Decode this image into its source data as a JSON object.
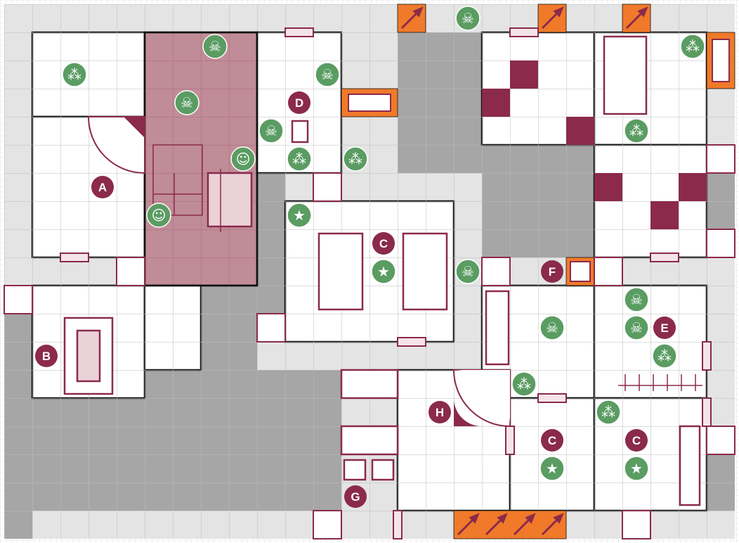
{
  "map": {
    "title": "",
    "colors": {
      "corridor": "#e4e4e4",
      "room": "#ffffff",
      "solid_rock": "#a6a6a6",
      "highlight_room": "#c08c97",
      "accent": "#8b2a4a",
      "monster": "#5a9c62",
      "hazard": "#f07a2a",
      "wall": "#111111"
    },
    "room_labels": [
      {
        "id": "A",
        "text": "A"
      },
      {
        "id": "B",
        "text": "B"
      },
      {
        "id": "C1",
        "text": "C"
      },
      {
        "id": "D",
        "text": "D"
      },
      {
        "id": "E",
        "text": "E"
      },
      {
        "id": "F",
        "text": "F"
      },
      {
        "id": "G",
        "text": "G"
      },
      {
        "id": "H",
        "text": "H"
      },
      {
        "id": "C2",
        "text": "C"
      },
      {
        "id": "C3",
        "text": "C"
      }
    ],
    "tokens": {
      "skull": [
        "skull-token-1",
        "skull-token-2",
        "skull-token-3",
        "skull-token-4",
        "skull-token-5",
        "skull-token-6",
        "skull-token-7",
        "skull-token-8",
        "skull-token-9"
      ],
      "spider": [
        "spider-token-1",
        "spider-token-2",
        "spider-token-3",
        "spider-token-4",
        "spider-token-5",
        "spider-token-6",
        "spider-token-7",
        "spider-token-8"
      ],
      "orc": [
        "orc-token-1",
        "orc-token-2"
      ],
      "star": [
        "star-token-1",
        "star-token-2",
        "star-token-3",
        "star-token-4"
      ]
    },
    "furniture": [
      "stairs-top",
      "stairs-bottom",
      "tomb",
      "table-1",
      "table-2",
      "rack",
      "weapons-rack",
      "fireplace",
      "alchemy-bench",
      "throne",
      "cupboard",
      "bookcase",
      "torture-rack"
    ]
  }
}
